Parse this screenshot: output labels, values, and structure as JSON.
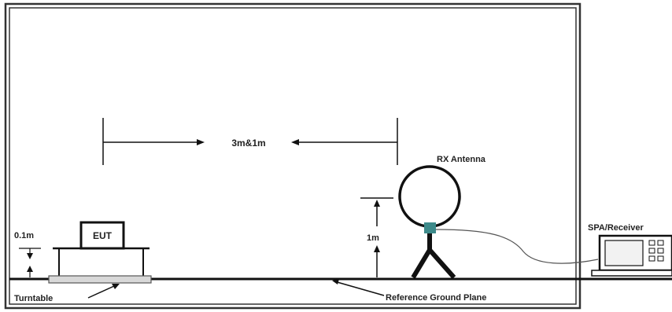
{
  "diagram": {
    "distance_label": "3m&1m",
    "antenna_label": "RX Antenna",
    "antenna_height_label": "1m",
    "eut_label": "EUT",
    "eut_height_label": "0.1m",
    "turntable_label": "Turntable",
    "ground_plane_label": "Reference Ground Plane",
    "receiver_label": "SPA/Receiver"
  },
  "colors": {
    "line": "#111111",
    "text": "#222222",
    "chamber_border": "#333333",
    "cable": "#555555",
    "antenna_base": "#3d8a8a",
    "turntable": "#d8d8d8",
    "screen": "#f2f2f2"
  }
}
